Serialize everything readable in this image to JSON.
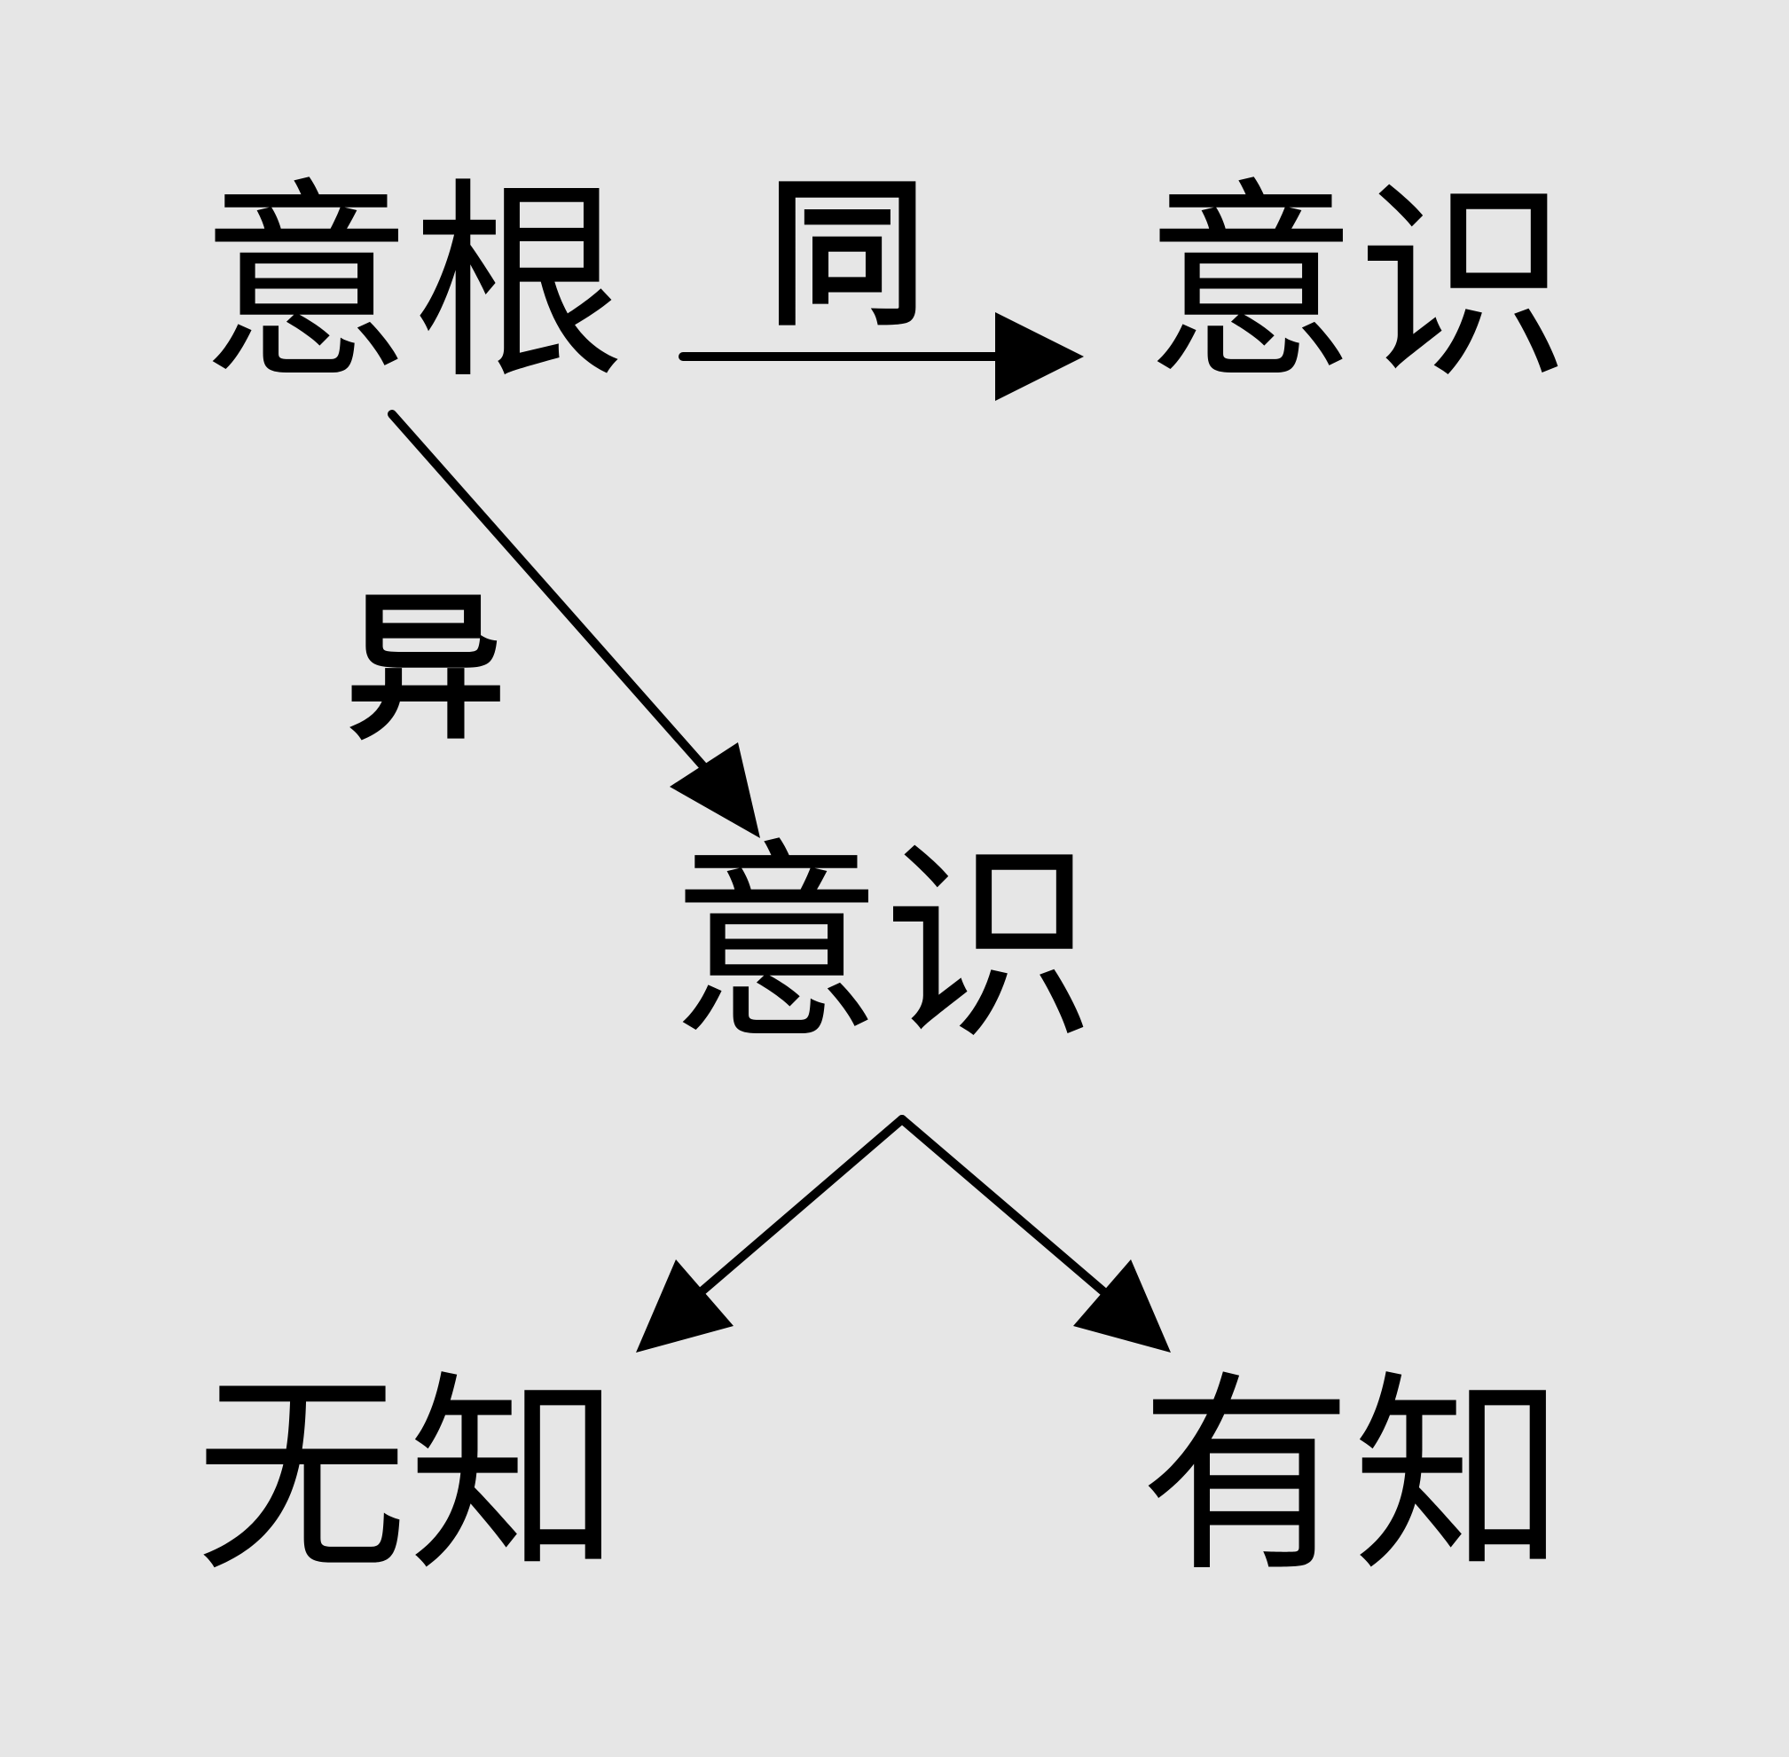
{
  "diagram": {
    "nodes": {
      "yigen": "意根",
      "yishi_top": "意识",
      "yishi_mid": "意识",
      "wuzhi": "无知",
      "youzhi": "有知"
    },
    "edges": [
      {
        "from": "yigen",
        "to": "yishi_top",
        "label": "同"
      },
      {
        "from": "yigen",
        "to": "yishi_mid",
        "label": "异"
      },
      {
        "from": "yishi_mid",
        "to": "wuzhi",
        "label": ""
      },
      {
        "from": "yishi_mid",
        "to": "youzhi",
        "label": ""
      }
    ],
    "colors": {
      "background": "#e6e6e6",
      "ink": "#000000"
    }
  }
}
